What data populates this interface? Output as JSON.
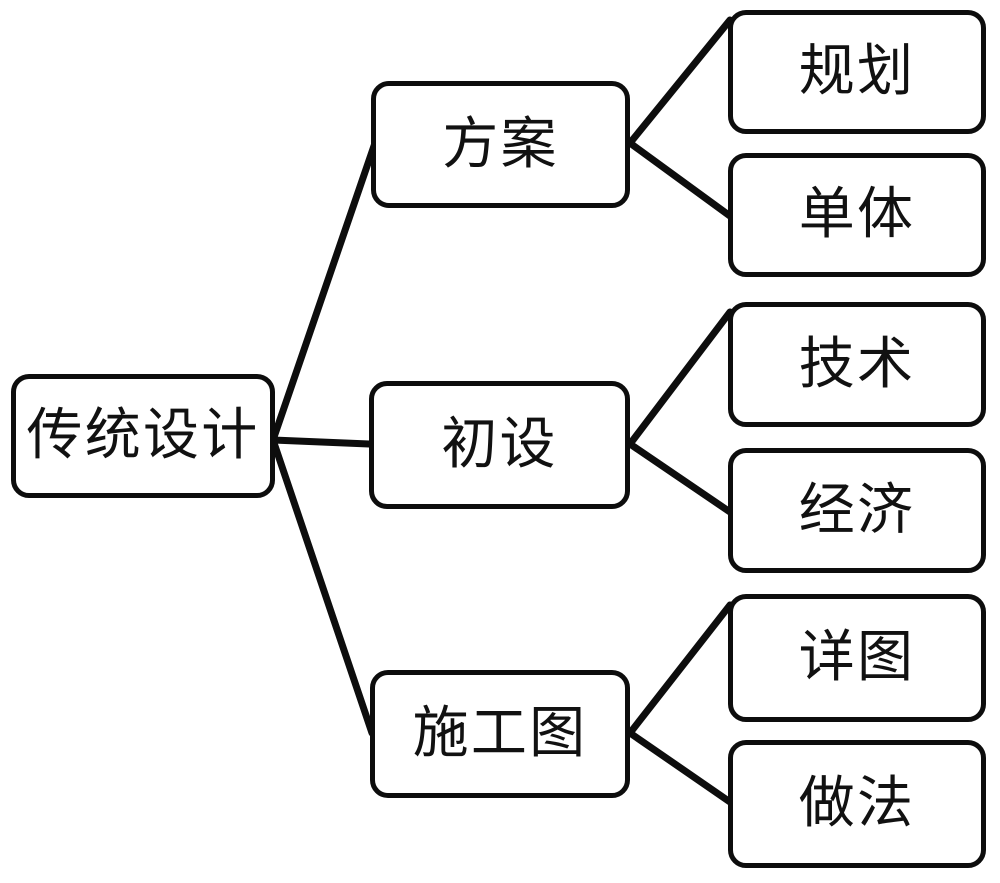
{
  "diagram": {
    "title": "传统设计",
    "type": "tree-diagram",
    "orientation": "left-to-right",
    "colors": {
      "background": "#ffffff",
      "node_fill": "#ffffff",
      "node_border": "#0d0d0d",
      "edge": "#0d0d0d",
      "text": "#111111"
    },
    "root": {
      "label": "传统设计"
    },
    "branches": [
      {
        "label": "方案",
        "children": [
          {
            "label": "规划"
          },
          {
            "label": "单体"
          }
        ]
      },
      {
        "label": "初设",
        "children": [
          {
            "label": "技术"
          },
          {
            "label": "经济"
          }
        ]
      },
      {
        "label": "施工图",
        "children": [
          {
            "label": "详图"
          },
          {
            "label": "做法"
          }
        ]
      }
    ]
  }
}
